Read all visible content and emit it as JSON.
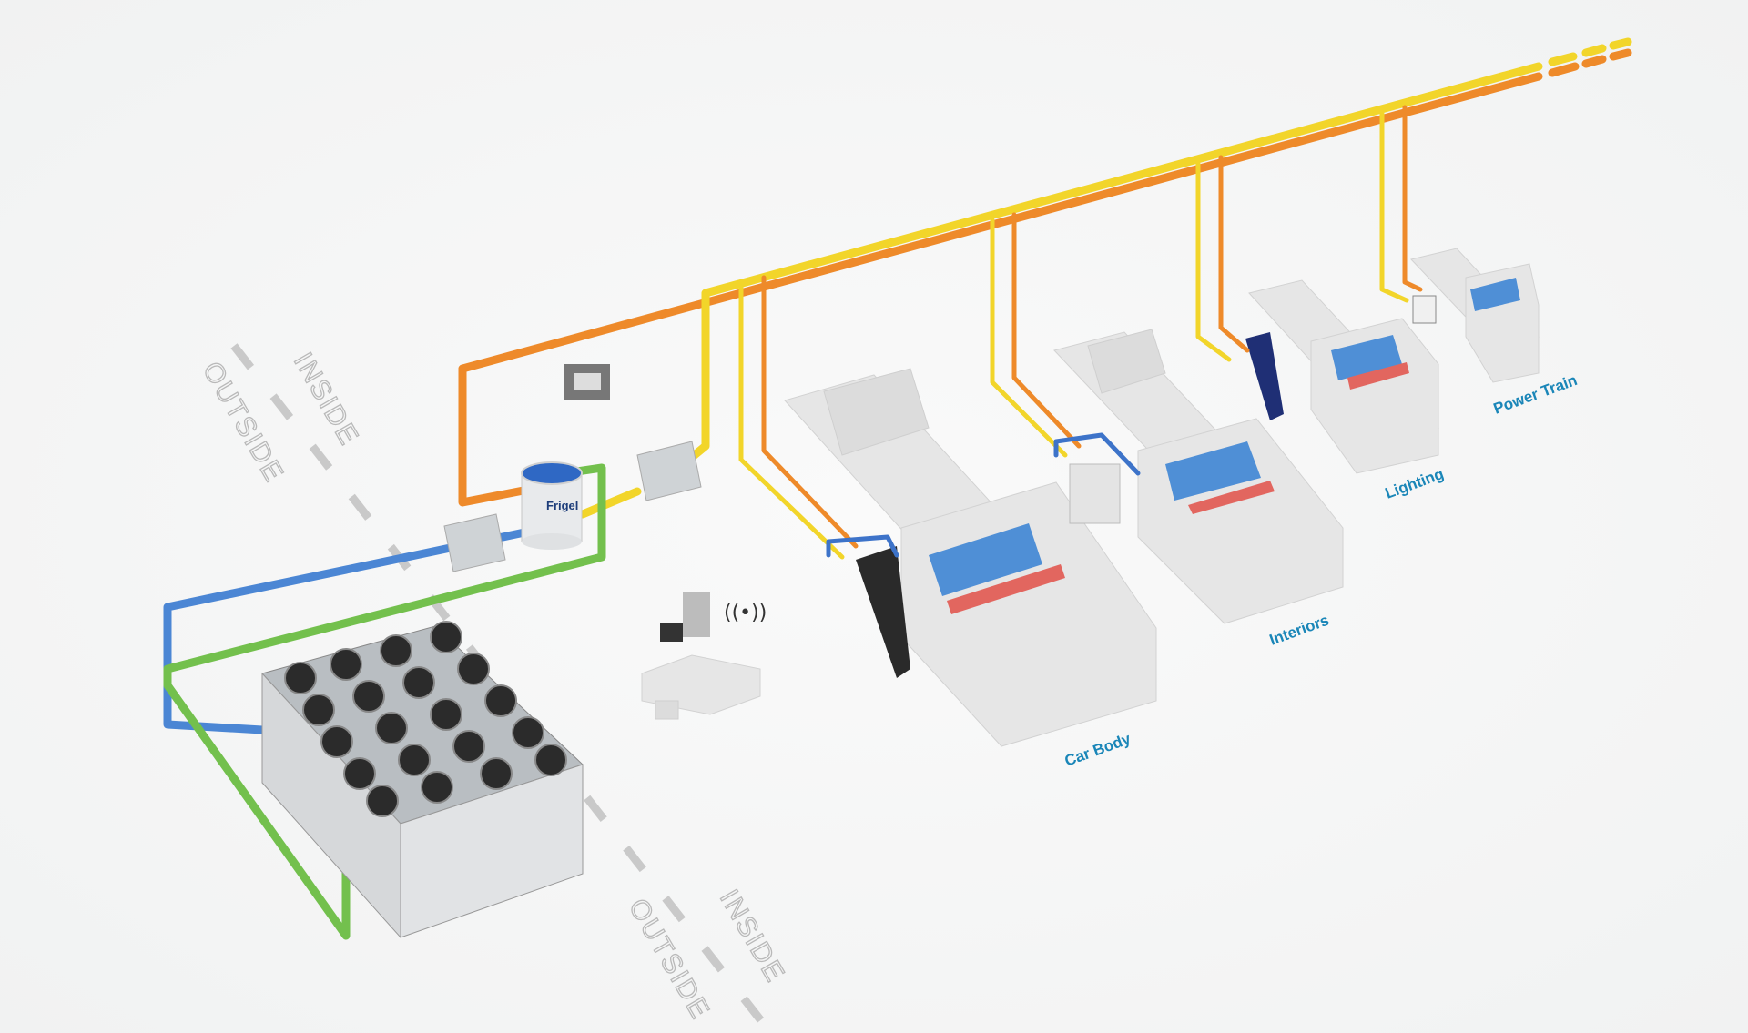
{
  "diagram": {
    "boundary_labels": {
      "top_inside": "INSIDE",
      "top_outside": "OUTSIDE",
      "bottom_inside": "INSIDE",
      "bottom_outside": "OUTSIDE"
    },
    "zones": [
      "Car Body",
      "Interiors",
      "Lighting",
      "Power Train"
    ],
    "tank_brand": "Frigel",
    "colors": {
      "supply_yellow": "#f2d52a",
      "return_orange": "#ee8a2a",
      "outdoor_green": "#73c04d",
      "outdoor_blue": "#4b86d4",
      "label_blue": "#1a86b8"
    }
  }
}
